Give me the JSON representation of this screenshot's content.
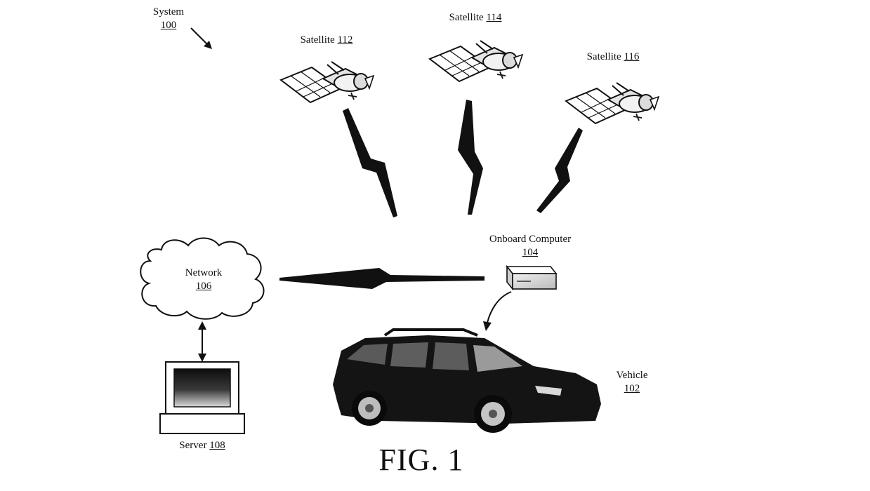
{
  "figure_label": "FIG. 1",
  "system": {
    "name": "System",
    "ref": "100"
  },
  "satellites": [
    {
      "name": "Satellite",
      "ref": "112"
    },
    {
      "name": "Satellite",
      "ref": "114"
    },
    {
      "name": "Satellite",
      "ref": "116"
    }
  ],
  "network": {
    "name": "Network",
    "ref": "106"
  },
  "onboard_computer": {
    "name": "Onboard Computer",
    "ref": "104"
  },
  "vehicle": {
    "name": "Vehicle",
    "ref": "102"
  },
  "server": {
    "name": "Server",
    "ref": "108"
  },
  "icons": {
    "satellite": "satellite-icon",
    "network": "cloud-icon",
    "onboard_computer": "computer-box-icon",
    "vehicle": "car-icon",
    "server": "computer-monitor-icon",
    "links": "lightning-bolt-icon"
  },
  "colors": {
    "ink": "#111111",
    "screen": "#1a1a1a",
    "box": "#d6d6d6"
  }
}
